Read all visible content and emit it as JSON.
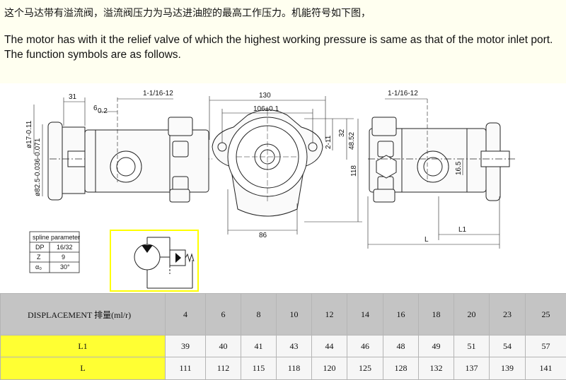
{
  "intro": {
    "zh": "这个马达带有溢流阀，溢流阀压力为马达进油腔的最高工作压力。机能符号如下图，",
    "en": "The motor has with it the relief valve of which the  highest working pressure is same as that of the motor inlet port. The function symbols are as follows."
  },
  "drawing": {
    "left_dims": {
      "d31": "31",
      "d6": "6-0.2",
      "d6_base": "6",
      "d6_tol": "0.2",
      "thread": "1-1/16-12",
      "shaft_dia": "ø17-0.11",
      "pilot_dia": "ø82.5-0.036-0.071"
    },
    "front_dims": {
      "width": "130",
      "bolt": "106±0.1",
      "h2": "2-11",
      "h32": "32",
      "h48": "48.52",
      "h118": "118",
      "w86": "86"
    },
    "right_dims": {
      "thread": "1-1/16-12",
      "key": "16.5",
      "L1": "L1",
      "L": "L"
    },
    "spline": {
      "title": "spline parameter",
      "rows": [
        {
          "param": "DP",
          "value": "16/32"
        },
        {
          "param": "Z",
          "value": "9"
        },
        {
          "param": "α₀",
          "value": "30°"
        }
      ]
    }
  },
  "table": {
    "header_label": "DISPLACEMENT   排量(ml/r)",
    "displacements": [
      "4",
      "6",
      "8",
      "10",
      "12",
      "14",
      "16",
      "18",
      "20",
      "23",
      "25"
    ],
    "rows": [
      {
        "label": "L1",
        "values": [
          "39",
          "40",
          "41",
          "43",
          "44",
          "46",
          "48",
          "49",
          "51",
          "54",
          "57"
        ]
      },
      {
        "label": "L",
        "values": [
          "111",
          "112",
          "115",
          "118",
          "120",
          "125",
          "128",
          "132",
          "137",
          "139",
          "141"
        ]
      }
    ]
  },
  "colors": {
    "intro_bg": "#fffff0",
    "header_bg": "#c4c4c4",
    "label_highlight": "#ffff33",
    "symbol_border": "#ffff00"
  }
}
